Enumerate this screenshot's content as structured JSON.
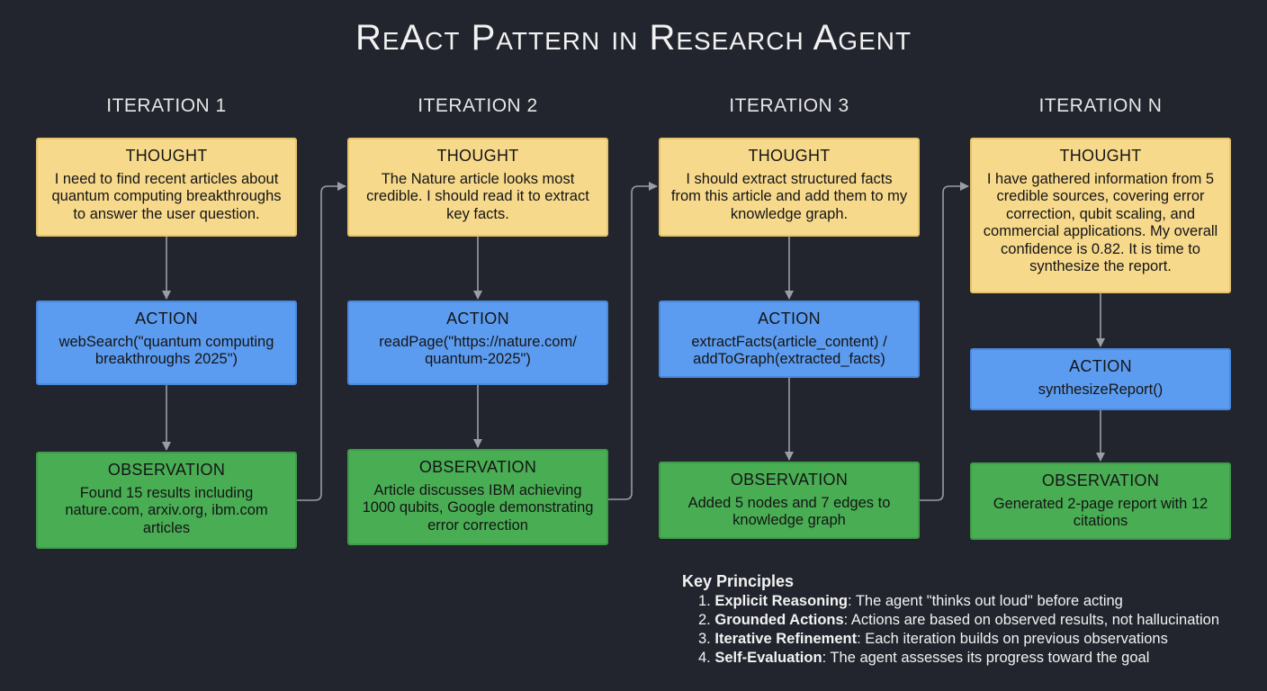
{
  "title": "ReAct Pattern in Research Agent",
  "iterations": [
    {
      "label": "ITERATION 1",
      "thought": {
        "head": "THOUGHT",
        "text": "I need to find recent articles about quantum computing breakthroughs to answer the user question."
      },
      "action": {
        "head": "ACTION",
        "text": "webSearch(\"quantum computing breakthroughs 2025\")"
      },
      "observation": {
        "head": "OBSERVATION",
        "text": "Found 15 results including nature.com, arxiv.org, ibm.com articles"
      }
    },
    {
      "label": "ITERATION 2",
      "thought": {
        "head": "THOUGHT",
        "text": "The Nature article looks most credible. I should read it to extract key facts."
      },
      "action": {
        "head": "ACTION",
        "text": "readPage(\"https://nature.com/ quantum-2025\")"
      },
      "observation": {
        "head": "OBSERVATION",
        "text": "Article discusses IBM achieving 1000 qubits, Google demonstrating error correction"
      }
    },
    {
      "label": "ITERATION 3",
      "thought": {
        "head": "THOUGHT",
        "text": "I should extract structured facts from this article and add them to my knowledge graph."
      },
      "action": {
        "head": "ACTION",
        "text": "extractFacts(article_content) / addToGraph(extracted_facts)"
      },
      "observation": {
        "head": "OBSERVATION",
        "text": "Added 5 nodes and 7 edges to knowledge graph"
      }
    },
    {
      "label": "ITERATION N",
      "thought": {
        "head": "THOUGHT",
        "text": "I have gathered information from 5 credible sources, covering error correction, qubit scaling, and commercial applications. My overall confidence is 0.82. It is time to synthesize the report."
      },
      "action": {
        "head": "ACTION",
        "text": "synthesizeReport()"
      },
      "observation": {
        "head": "OBSERVATION",
        "text": "Generated 2-page report with 12 citations"
      }
    }
  ],
  "principles": {
    "heading": "Key Principles",
    "items": [
      {
        "num": "1.",
        "term": "Explicit Reasoning",
        "desc": ": The agent \"thinks out loud\" before acting"
      },
      {
        "num": "2.",
        "term": "Grounded Actions",
        "desc": ": Actions are based on observed results, not hallucination"
      },
      {
        "num": "3.",
        "term": "Iterative Refinement",
        "desc": ": Each iteration builds on previous observations"
      },
      {
        "num": "4.",
        "term": "Self-Evaluation",
        "desc": ": The agent assesses its progress toward the goal"
      }
    ]
  },
  "colors": {
    "background": "#22252e",
    "thought": "#f7d98c",
    "action": "#5c9cf0",
    "observation": "#49ad54",
    "connector": "#9a9da3"
  }
}
